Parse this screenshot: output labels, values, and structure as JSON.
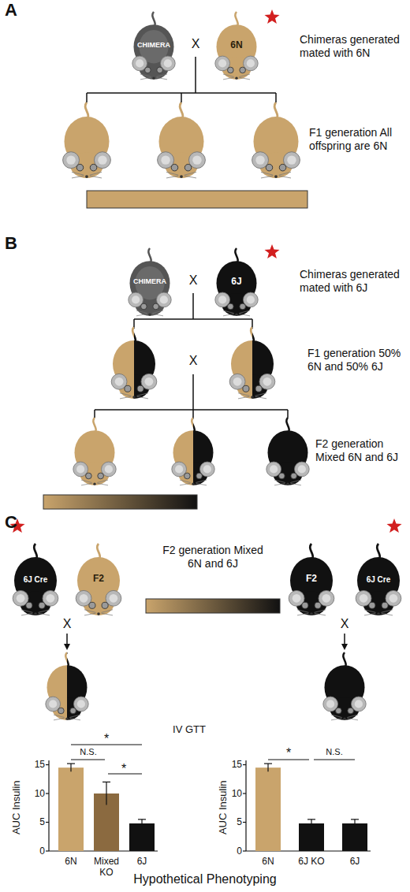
{
  "diagram": {
    "caption": "Hypothetical Phenotyping",
    "nodes": [
      {
        "text": [
          "CHIMERA"
        ]
      },
      {
        "text": [
          "6N"
        ]
      },
      {
        "text": [
          "CHIMERA"
        ]
      },
      {
        "text": [
          "6J"
        ]
      },
      {
        "text": [
          "6J Cre"
        ]
      },
      {
        "text": [
          "F2"
        ]
      },
      {
        "text": [
          "F2"
        ]
      },
      {
        "text": [
          "6J Cre"
        ]
      }
    ],
    "labels": [
      "A",
      "X",
      "Chimeras generated mated with 6N",
      "F1 generation All offspring are 6N",
      "B",
      "X",
      "Chimeras generated mated with 6J",
      "X",
      "F1 generation 50% 6N and 50% 6J",
      "F2 generation Mixed 6N and 6J",
      "C",
      "F2 generation Mixed 6N and 6J",
      "X",
      "X",
      "IV GTT",
      "AUC Insulin",
      "15",
      "10",
      "5",
      "0",
      "6N",
      "Mixed KO",
      "6J",
      "*",
      "N.S.",
      "*",
      "AUC Insulin",
      "15",
      "10",
      "5",
      "0",
      "6N",
      "6J KO",
      "6J",
      "*",
      "N.S."
    ]
  }
}
